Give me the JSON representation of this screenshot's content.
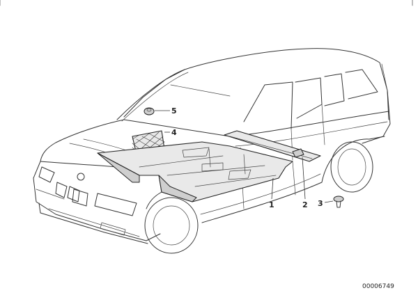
{
  "diagram": {
    "callouts": [
      {
        "id": "1",
        "label": "1"
      },
      {
        "id": "2",
        "label": "2"
      },
      {
        "id": "3",
        "label": "3"
      },
      {
        "id": "4",
        "label": "4"
      },
      {
        "id": "5",
        "label": "5"
      }
    ],
    "drawing_number": "00006749"
  }
}
